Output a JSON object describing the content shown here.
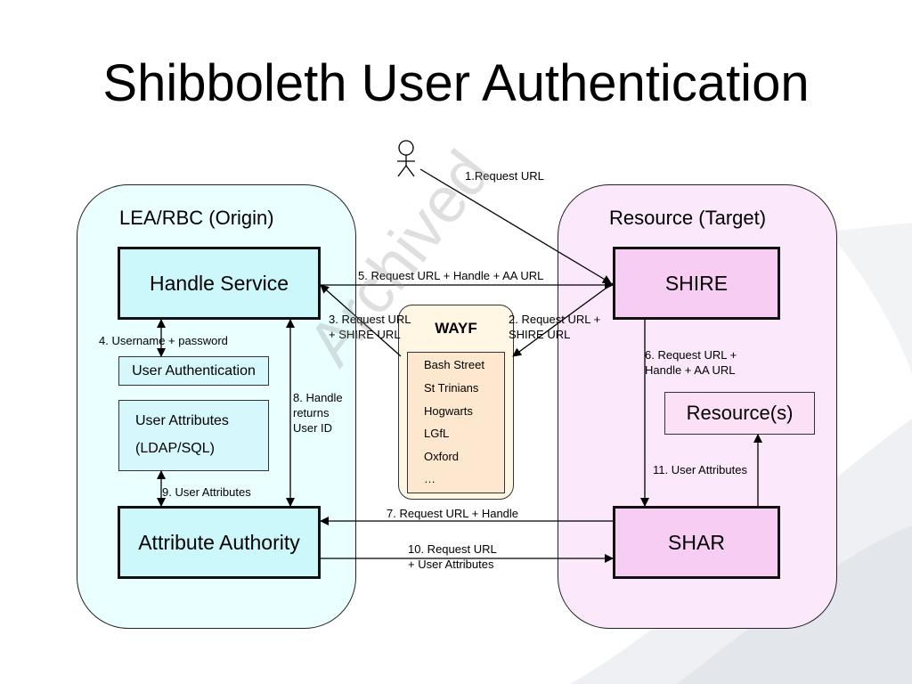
{
  "title": "Shibboleth User Authentication",
  "watermark": "Archived",
  "origin": {
    "label": "LEA/RBC (Origin)",
    "handle_service": "Handle Service",
    "user_auth": "User Authentication",
    "user_attrs_line1": "User Attributes",
    "user_attrs_line2": "(LDAP/SQL)",
    "attribute_authority": "Attribute Authority"
  },
  "target": {
    "label": "Resource (Target)",
    "shire": "SHIRE",
    "resources": "Resource(s)",
    "shar": "SHAR"
  },
  "wayf": {
    "title": "WAYF",
    "items": [
      "Bash Street",
      "St Trinians",
      "Hogwarts",
      "LGfL",
      "Oxford",
      "…"
    ]
  },
  "steps": {
    "s1": "1.Request URL",
    "s2a": "2. Request URL +",
    "s2b": "SHIRE URL",
    "s3a": "3. Request URL",
    "s3b": "+ SHIRE URL",
    "s4": "4. Username + password",
    "s5": "5. Request URL + Handle + AA URL",
    "s6a": "6. Request URL +",
    "s6b": "Handle + AA URL",
    "s7": "7. Request URL + Handle",
    "s8a": "8. Handle",
    "s8b": "returns",
    "s8c": "User ID",
    "s9": "9. User Attributes",
    "s10a": "10. Request URL",
    "s10b": "+ User Attributes",
    "s11": "11. User Attributes"
  }
}
